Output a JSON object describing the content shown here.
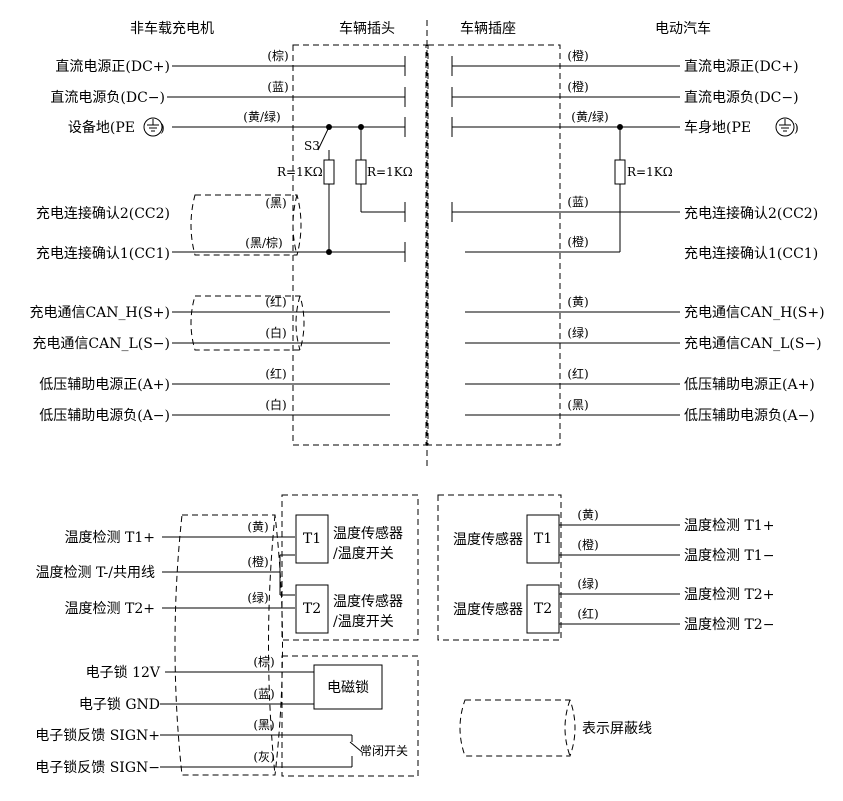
{
  "headers": {
    "charger": "非车载充电机",
    "plug": "车辆插头",
    "socket": "车辆插座",
    "ev": "电动汽车"
  },
  "left": {
    "dc_pos": "直流电源正(DC+)",
    "dc_neg": "直流电源负(DC−)",
    "pe": "设备地(PE",
    "cc2": "充电连接确认2(CC2)",
    "cc1": "充电连接确认1(CC1)",
    "can_h": "充电通信CAN_H(S+)",
    "can_l": "充电通信CAN_L(S−)",
    "aux_pos": "低压辅助电源正(A+)",
    "aux_neg": "低压辅助电源负(A−)"
  },
  "right": {
    "dc_pos": "直流电源正(DC+)",
    "dc_neg": "直流电源负(DC−)",
    "pe": "车身地(PE",
    "cc2": "充电连接确认2(CC2)",
    "cc1": "充电连接确认1(CC1)",
    "can_h": "充电通信CAN_H(S+)",
    "can_l": "充电通信CAN_L(S−)",
    "aux_pos": "低压辅助电源正(A+)",
    "aux_neg": "低压辅助电源负(A−)"
  },
  "left_colors": {
    "dc_pos": "(棕)",
    "dc_neg": "(蓝)",
    "pe": "(黄/绿)",
    "cc2": "(黑)",
    "cc1": "(黑/棕)",
    "can_h": "(红)",
    "can_l": "(白)",
    "aux_pos": "(红)",
    "aux_neg": "(白)"
  },
  "right_colors": {
    "dc_pos": "(橙)",
    "dc_neg": "(橙)",
    "pe": "(黄/绿)",
    "cc2": "(蓝)",
    "cc1": "(橙)",
    "can_h": "(黄)",
    "can_l": "(绿)",
    "aux_pos": "(红)",
    "aux_neg": "(黑)"
  },
  "components": {
    "s3": "S3",
    "r1": "R=1KΩ",
    "r2": "R=1KΩ",
    "r3": "R=1KΩ"
  },
  "temp": {
    "left_t1": "温度检测 T1+",
    "left_tcom": "温度检测 T-/共用线",
    "left_t2": "温度检测 T2+",
    "left_c1": "(黄)",
    "left_c2": "(橙)",
    "left_c3": "(绿)",
    "t1": "T1",
    "t2": "T2",
    "sensor_switch_1a": "温度传感器",
    "sensor_switch_1b": "/温度开关",
    "sensor_switch_2a": "温度传感器",
    "sensor_switch_2b": "/温度开关",
    "sensor_r1": "温度传感器",
    "sensor_r2": "温度传感器",
    "rt1": "T1",
    "rt2": "T2",
    "right_c1": "(黄)",
    "right_c2": "(橙)",
    "right_c3": "(绿)",
    "right_c4": "(红)",
    "right_t1p": "温度检测 T1+",
    "right_t1m": "温度检测 T1−",
    "right_t2p": "温度检测 T2+",
    "right_t2m": "温度检测 T2−"
  },
  "lock": {
    "v12": "电子锁 12V",
    "gnd": "电子锁 GND",
    "sign_p": "电子锁反馈 SIGN+",
    "sign_m": "电子锁反馈 SIGN−",
    "c_v12": "(棕)",
    "c_gnd": "(蓝)",
    "c_sp": "(黑)",
    "c_sm": "(灰)",
    "solenoid": "电磁锁",
    "nc_switch": "常闭开关"
  },
  "legend": {
    "shield": "表示屏蔽线"
  },
  "colors": {
    "line": "#000000",
    "background": "#ffffff"
  }
}
